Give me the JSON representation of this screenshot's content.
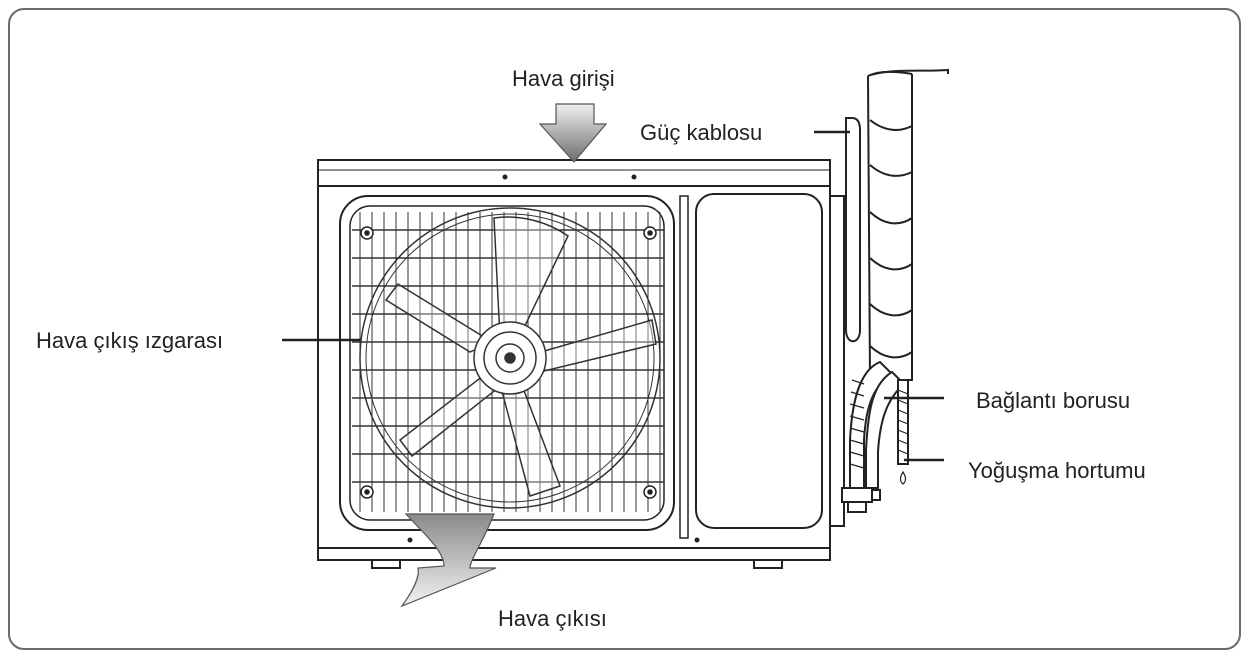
{
  "labels": {
    "air_inlet": "Hava girişi",
    "power_cable": "Güç kablosu",
    "air_outlet_grille": "Hava çıkış ızgarası",
    "connection_pipe": "Bağlantı borusu",
    "drain_hose": "Yoğuşma hortumu",
    "air_outlet": "Hava çıkısı"
  }
}
